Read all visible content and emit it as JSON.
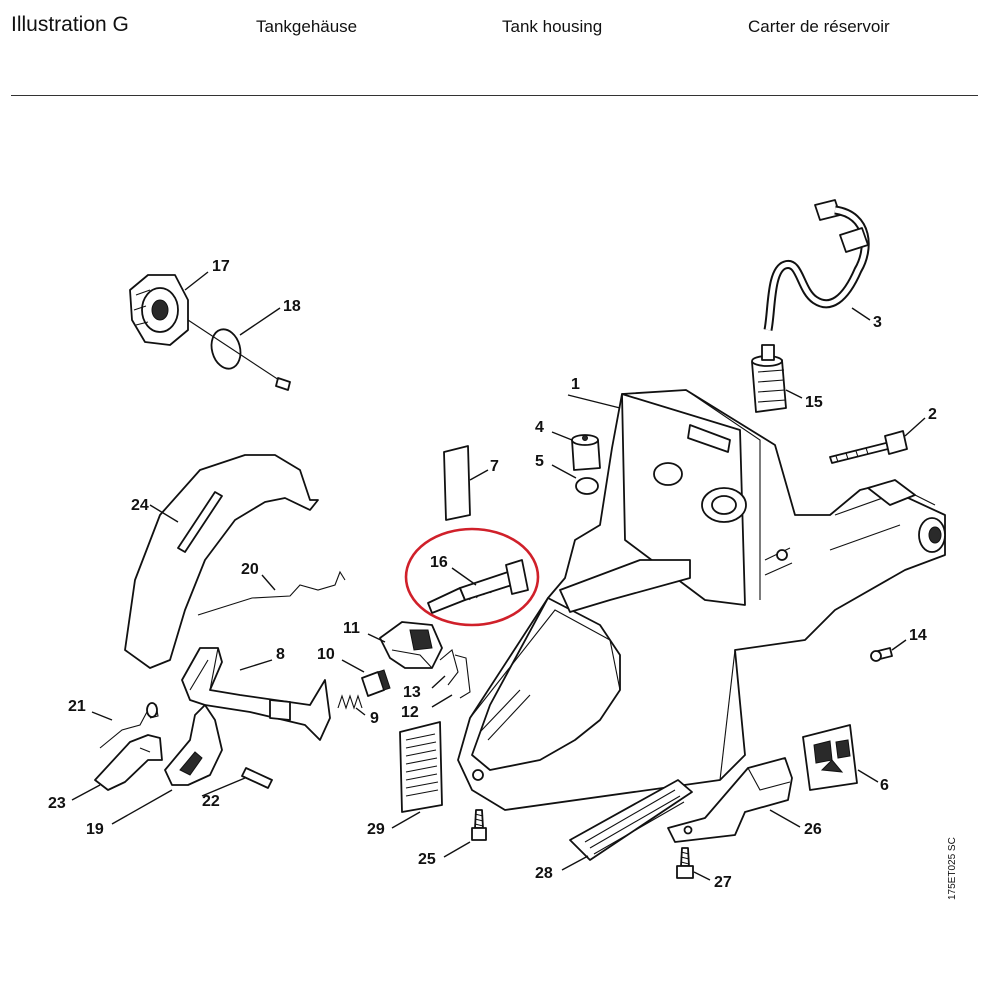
{
  "header": {
    "title": "Illustration  G",
    "german": "Tankgehäuse",
    "english": "Tank housing",
    "french": "Carter de réservoir"
  },
  "diagram": {
    "drawing_code": "175ET025 SC",
    "highlight_color": "#d0202a",
    "highlighted_part": "16",
    "parts": [
      "1",
      "2",
      "3",
      "4",
      "5",
      "6",
      "7",
      "8",
      "9",
      "10",
      "11",
      "12",
      "13",
      "14",
      "15",
      "16",
      "17",
      "18",
      "19",
      "20",
      "21",
      "22",
      "23",
      "24",
      "25",
      "26",
      "27",
      "28",
      "29"
    ]
  }
}
